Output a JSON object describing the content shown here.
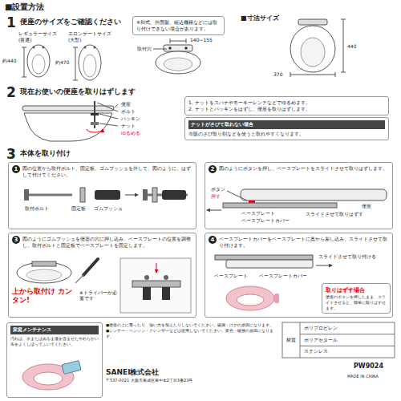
{
  "diagram": {
    "title": "■設置方法",
    "nodes": [
      {
        "text": [
          "1",
          "便座のサイズをご確認ください"
        ]
      },
      {
        "text": [
          "※和式、外国製、組込機種などには取り付けできない場合があります。"
        ]
      },
      {
        "text": [
          "■寸法サイズ"
        ]
      },
      {
        "text": [
          "2",
          "現在お使いの便座を取りはずします"
        ]
      },
      {
        "text": [
          "1. ナットをスパナやモーキーレンチなどでゆるめます。",
          "2. ナットとパッキンをはずし、便座を取りはずします。"
        ]
      },
      {
        "text": [
          "ナットがさびて取れない場合",
          "市販のさび取り剤などを使うと取れやすくなります。"
        ]
      },
      {
        "text": [
          "3",
          "本体を取り付け"
        ]
      },
      {
        "text": [
          "1",
          "図の位置から取付ボルト、固定板、ゴムブッシュを外して、図のように、はずして付けてください。"
        ]
      },
      {
        "text": [
          "2",
          "図のようにボタンを押し、ベースプレートをスライドさせて取りはずします。"
        ]
      },
      {
        "text": [
          "3",
          "図のようにゴムブッシュを便器の穴に押し込み、ベースプレートの位置を調整し、取付ボルトと固定板でベースプレートを固定します。"
        ]
      },
      {
        "text": [
          "4",
          "ベースプレートカバーをベースプレートに奥から差し込み、スライドさせて取り付けます。"
        ]
      },
      {
        "text": [
          "取りはずす場合",
          "便座のボタンを押したまま、スライドさせると、簡単に取りはずせます。"
        ],
        "in": 10
      },
      {
        "text": [
          "家庭メンテナンス",
          "汚れは、水またはぬるま湯を含ませたやわらかい布をよくしぼってふいてください。"
        ]
      },
      {
        "text": [
          "●便座の上に乗ったり、強い力を加えたりしないでください。破損・けがの原因になります。",
          "●シンナー・ベンジン・クレンザーなどは使用しないでください。変色・破損の原因になります。"
        ]
      },
      {
        "text": [
          "SANEI株式会社",
          "〒537-0021 大阪市東成区東中本2丁目3番23号"
        ]
      }
    ],
    "labels": [
      "レギュラーサイズ (普通)",
      "エロンゲートサイズ (大型)",
      "約440",
      "約470",
      "140~155",
      "取付穴",
      "440",
      "370",
      "便座",
      "ボルト",
      "パッキン",
      "ナット",
      "ゆるめる",
      "取付ボルト",
      "固定板",
      "ゴムブッシュ",
      "ボタン",
      "押す",
      "便座",
      "ベースプレート",
      "スライドさせて取りはずす",
      "ベースプレートカバー",
      "上から取付け カンタン!",
      "※ドライバーが必要です",
      "スライドさせて取り付ける",
      "ベースプレート",
      "ベースプレートカバー",
      "材質",
      "ポリプロピレン",
      "ポリアセタール",
      "ステンレス",
      "PW9024",
      "MADE IN CHINA"
    ]
  }
}
